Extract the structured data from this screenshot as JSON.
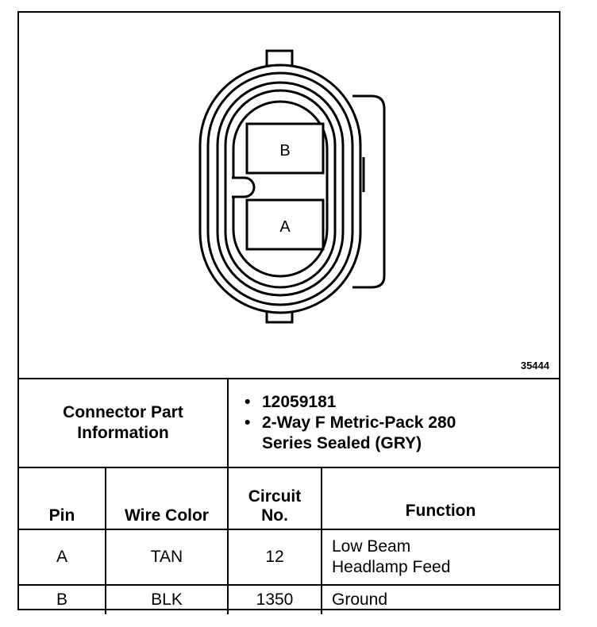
{
  "diagram": {
    "figure_id": "35444",
    "cavity_labels": [
      "B",
      "A"
    ]
  },
  "connector_info": {
    "label_line1": "Connector Part",
    "label_line2": "Information",
    "part_number": "12059181",
    "description_line1": "2-Way F Metric-Pack 280",
    "description_line2": "Series Sealed (GRY)"
  },
  "table": {
    "headers": {
      "pin": "Pin",
      "wire_color": "Wire Color",
      "circuit_line1": "Circuit",
      "circuit_line2": "No.",
      "function": "Function"
    },
    "rows": [
      {
        "pin": "A",
        "wire_color": "TAN",
        "circuit": "12",
        "function_line1": "Low Beam",
        "function_line2": "Headlamp Feed"
      },
      {
        "pin": "B",
        "wire_color": "BLK",
        "circuit": "1350",
        "function_line1": "Ground",
        "function_line2": ""
      }
    ]
  }
}
